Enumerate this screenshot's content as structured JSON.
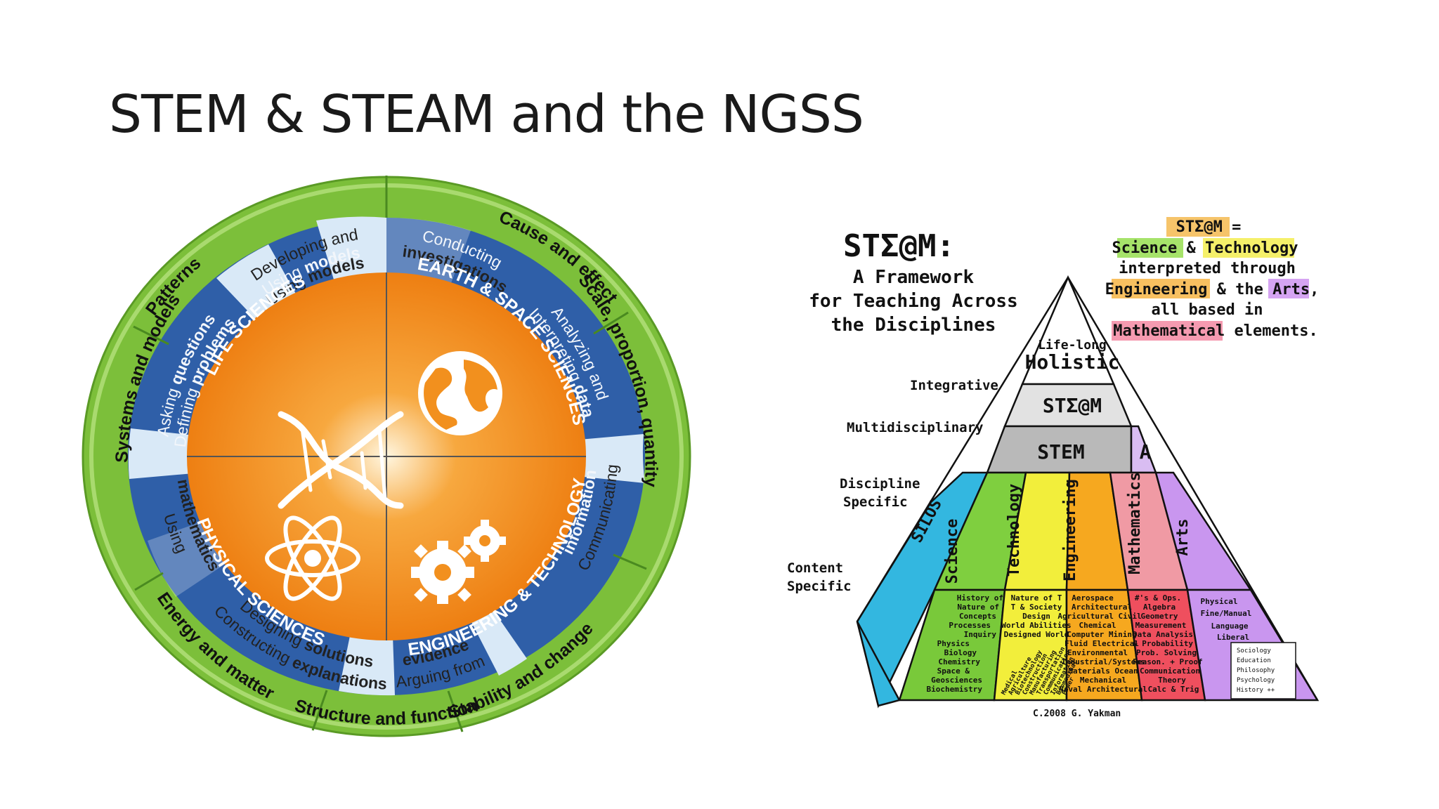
{
  "slide": {
    "title": "STEM & STEAM and the NGSS"
  },
  "wheel": {
    "crosscutting": [
      "Patterns",
      "Cause and effect",
      "Scale, proportion, quantity",
      "Stability and change",
      "Structure and function",
      "Energy and matter",
      "Systems and models"
    ],
    "practices": [
      {
        "line1": "Developing and",
        "line2_plain": "Using ",
        "line2_bold": "models"
      },
      {
        "line1": "Conducting",
        "line2_plain": "",
        "line2_bold": "investigations"
      },
      {
        "line1": "Analyzing and",
        "line2_plain": "Interpreting ",
        "line2_bold": "data"
      },
      {
        "line1": "Communicating",
        "line2_plain": "",
        "line2_bold": "information"
      },
      {
        "line1": "Arguing from",
        "line2_plain": "",
        "line2_bold": "evidence"
      },
      {
        "line1_plain": "Constructing ",
        "line1_bold": "explanations",
        "line2_plain": "Designing ",
        "line2_bold": "solutions"
      },
      {
        "line1": "Using",
        "line2_plain": "",
        "line2_bold": "mathematics"
      },
      {
        "line1_plain": "Asking ",
        "line1_bold": "questions",
        "line2_plain": "Defining ",
        "line2_bold": "problems"
      }
    ],
    "disciplines": {
      "life": "LIFE SCIENCES",
      "earth": "EARTH & SPACE SCIENCES",
      "physical": "PHYSICAL SCIENCES",
      "engineering": "ENGINEERING & TECHNOLOGY"
    },
    "colors": {
      "outer_ring": "#7cbf3a",
      "practice_blue": "#2f5fa8",
      "practice_light": "#d9e9f7",
      "core_orange": "#f28c1f"
    }
  },
  "pyramid": {
    "logo": "STΣ@M:",
    "subtitle": [
      "A Framework",
      "for Teaching Across",
      "the Disciplines"
    ],
    "definition": {
      "line1_a": "STΣ@M",
      "line1_b": " =",
      "line2_a": "Science",
      "line2_b": " & ",
      "line2_c": "Technology",
      "line3": "interpreted through",
      "line4_a": "Engineering",
      "line4_b": " & the ",
      "line4_c": "Arts",
      "line4_d": ",",
      "line5": "all based in",
      "line6_a": "Mathematical",
      "line6_b": " elements."
    },
    "levels": {
      "lifelong": "Life-long",
      "holistic": "Holistic",
      "integrative": "Integrative",
      "steam": "STΣ@M",
      "multidisciplinary": "Multidisciplinary",
      "stem": "STEM",
      "a": "A",
      "discipline_specific": [
        "Discipline",
        "Specific"
      ],
      "content_specific": [
        "Content",
        "Specific"
      ]
    },
    "columns": [
      "SILOS",
      "Science",
      "Technology",
      "Engineering",
      "Mathematics",
      "Arts"
    ],
    "content": {
      "science": [
        "History of",
        "Nature of",
        "Concepts",
        "Processes",
        "Inquiry",
        "Physics",
        "Biology",
        "Chemistry",
        "Space &",
        "Geosciences",
        "Biochemistry"
      ],
      "technology": [
        "Nature of T",
        "T & Society",
        "Design",
        "World Abilities",
        "Designed World"
      ],
      "technology_slanted": [
        "Medical",
        "Agriculture",
        "Biotechnology",
        "Construction",
        "Manufacturing",
        "Transportation",
        "Communication",
        "Information",
        "Biomedical",
        "Power"
      ],
      "engineering": [
        "Aerospace",
        "Architectural",
        "Agricultural   Civil",
        "Chemical",
        "Computer   Mining",
        "Fluid   Electrical",
        "Environmental",
        "Industrial/Systems",
        "Materials   Ocean",
        "Mechanical",
        "Naval Architectural"
      ],
      "mathematics": [
        "#'s & Ops.",
        "Algebra",
        "Geometry",
        "Measurement",
        "Data Analysis",
        "& Probability",
        "Prob. Solving",
        "Reason. + Proof",
        "Communication",
        "Theory",
        "Calc & Trig"
      ],
      "arts": [
        "Physical",
        "Fine/Manual",
        "Language",
        "Liberal"
      ],
      "liberal_box": [
        "Sociology",
        "Education",
        "Philosophy",
        "Psychology",
        "History ++"
      ]
    },
    "credit": "C.2008 G. Yakman",
    "colors": {
      "silos": "#33b7e0",
      "science": "#7fcf3f",
      "technology": "#f2ee3b",
      "engineering": "#f6a81f",
      "mathematics": "#ef4f5e",
      "arts": "#b676e6",
      "stem_band": "#b9b9b9",
      "steam_band": "#e2e2e2"
    }
  }
}
